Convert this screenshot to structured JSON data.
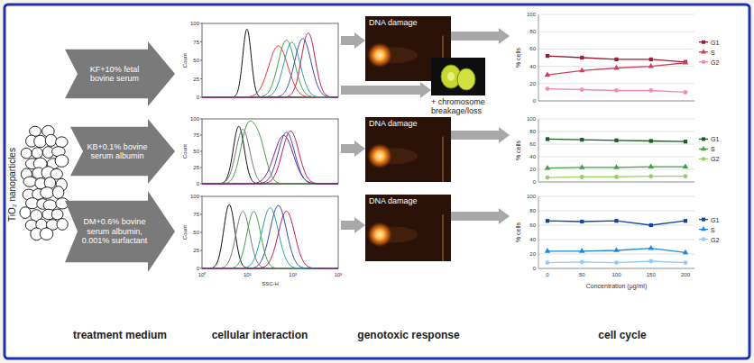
{
  "diagram": {
    "nodes": [
      {
        "text": [
          "KF+10% fetal bovine serum"
        ]
      },
      {
        "text": [
          "Count"
        ]
      },
      {
        "text": [
          "DNA damage"
        ]
      },
      {
        "text": [
          "+ chromosome breakage/loss"
        ]
      },
      {
        "text": [
          "% cells"
        ]
      },
      {
        "text": [
          "KB+0.1% bovine serum albumin"
        ]
      },
      {
        "text": [
          "Count"
        ]
      },
      {
        "text": [
          "DNA damage"
        ]
      },
      {
        "text": [
          "% cells"
        ]
      },
      {
        "text": [
          "DM+0.6% bovine serum albumin, 0.001% surfactant"
        ]
      },
      {
        "text": [
          "Count"
        ]
      },
      {
        "text": [
          "DNA damage"
        ]
      },
      {
        "text": [
          "% cells"
        ]
      }
    ],
    "edges": [
      {
        "from": 1,
        "to": 2,
        "arrow": "to"
      },
      {
        "from": 1,
        "to": 3,
        "arrow": "to"
      },
      {
        "from": 2,
        "to": 4,
        "arrow": "to"
      },
      {
        "from": 6,
        "to": 7,
        "arrow": "to"
      },
      {
        "from": 7,
        "to": 8,
        "arrow": "to"
      },
      {
        "from": 10,
        "to": 11,
        "arrow": "to"
      },
      {
        "from": 11,
        "to": 12,
        "arrow": "to"
      }
    ],
    "labels": [
      "TiO₂ nanoparticles",
      "100",
      "75",
      "50",
      "25",
      "0",
      "100",
      "75",
      "50",
      "25",
      "0",
      "100",
      "75",
      "50",
      "25",
      "0",
      "10⁰",
      "10¹",
      "10²",
      "10³",
      "SSC-H",
      "100",
      "80",
      "60",
      "40",
      "20",
      "0",
      "G1",
      "S",
      "G2",
      "100",
      "80",
      "60",
      "40",
      "20",
      "0",
      "G1",
      "S",
      "G2",
      "100",
      "80",
      "60",
      "40",
      "20",
      "0",
      "G1",
      "S",
      "G2",
      "0",
      "50",
      "100",
      "150",
      "200",
      "Concentration (µg/ml)",
      "treatment medium",
      "cellular interaction",
      "genotoxic response",
      "cell cycle"
    ]
  }
}
